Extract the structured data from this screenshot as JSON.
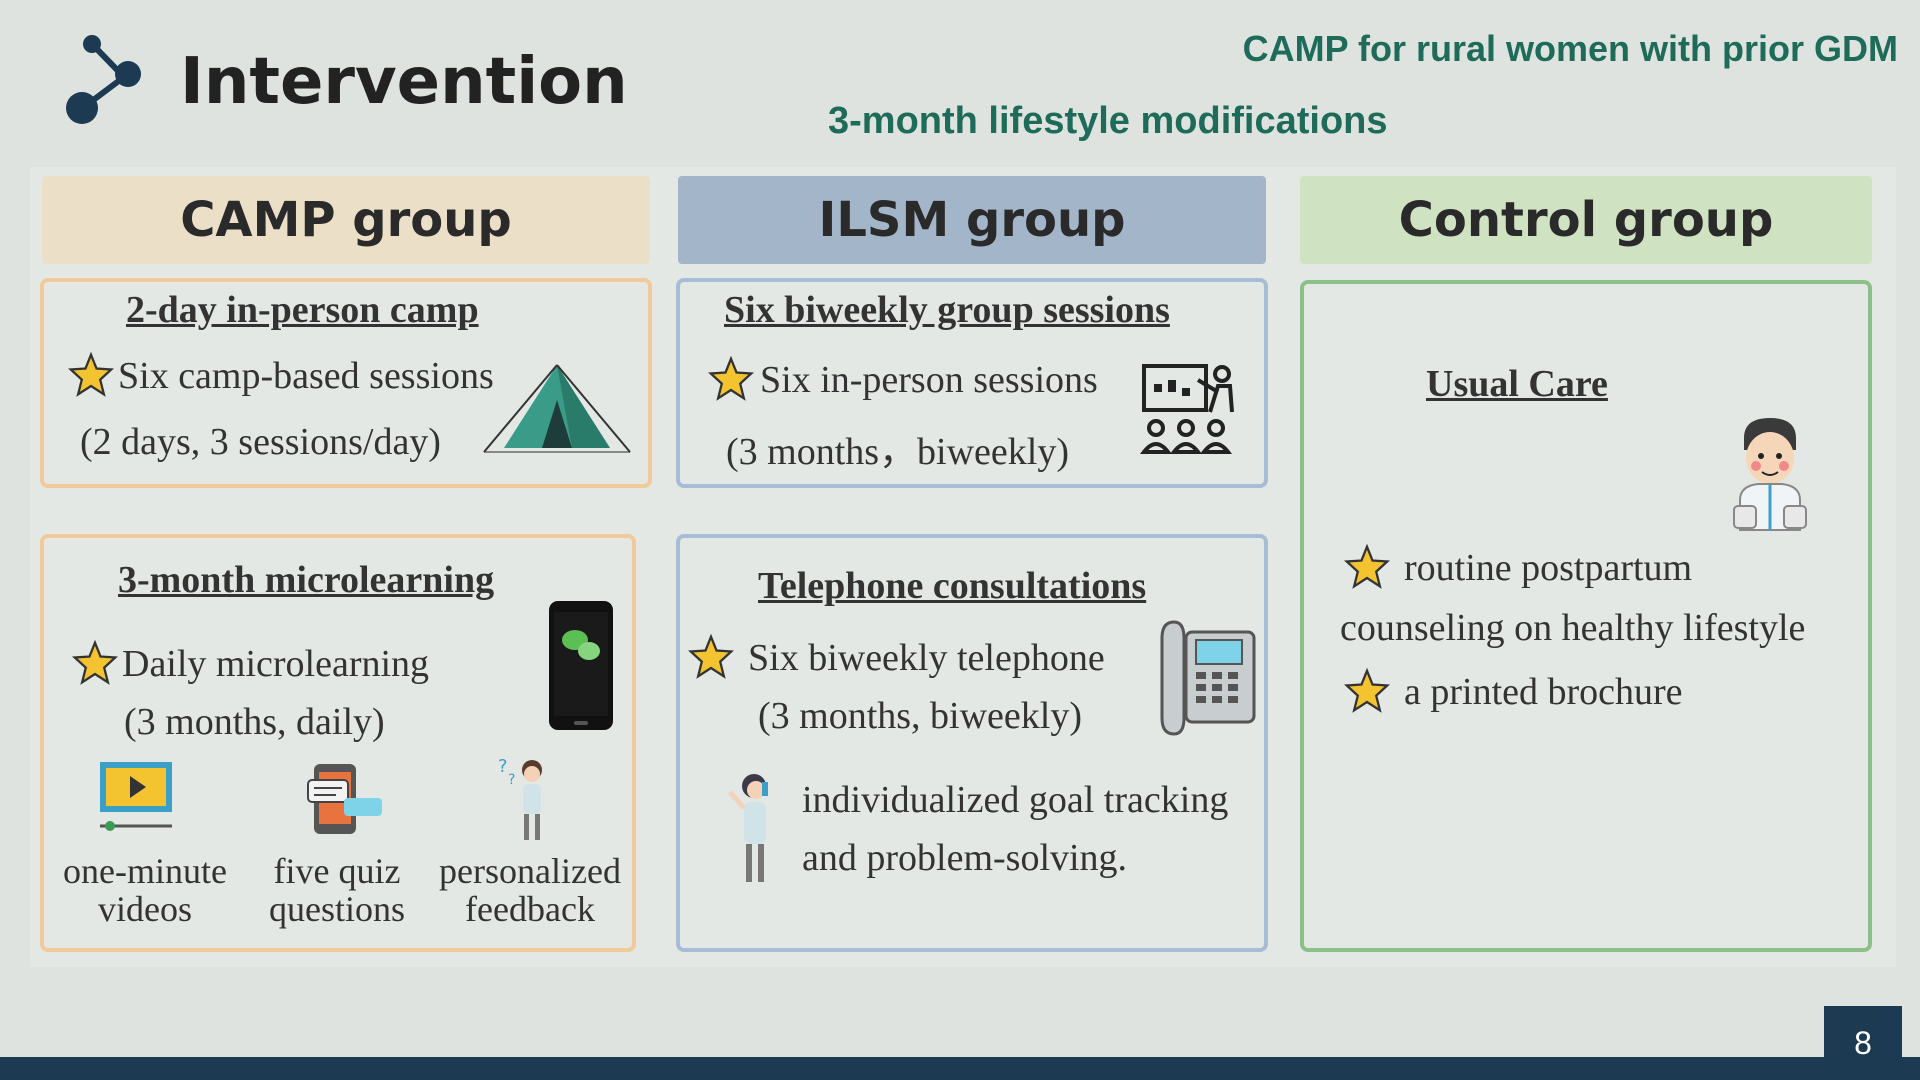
{
  "header": {
    "title": "Intervention",
    "top_right": "CAMP for rural women with prior GDM",
    "subtitle": "3-month lifestyle modifications"
  },
  "groups": {
    "camp": {
      "label": "CAMP group",
      "camp_box": {
        "heading": "2-day in-person camp",
        "line1": "Six camp-based sessions",
        "line2": "(2 days, 3 sessions/day)"
      },
      "micro_box": {
        "heading": "3-month microlearning",
        "line1": "Daily microlearning",
        "line2": "(3 months, daily)",
        "items": [
          {
            "label1": "one-minute",
            "label2": "videos"
          },
          {
            "label1": "five quiz",
            "label2": "questions"
          },
          {
            "label1": "personalized",
            "label2": "feedback"
          }
        ]
      }
    },
    "ilsm": {
      "label": "ILSM group",
      "sessions_box": {
        "heading": "Six biweekly group sessions",
        "line1": "Six in-person sessions",
        "line2": "(3 months，biweekly)"
      },
      "phone_box": {
        "heading": "Telephone consultations",
        "line1": "Six biweekly telephone",
        "line2": "(3 months, biweekly)",
        "line3": "individualized goal tracking",
        "line4": "and problem-solving."
      }
    },
    "control": {
      "label": "Control group",
      "heading": "Usual Care",
      "line1": "routine postpartum",
      "line2": "counseling on healthy lifestyle",
      "line3": "a printed brochure"
    }
  },
  "page_number": "8",
  "colors": {
    "camp_head": "#ebdfc8",
    "ilsm_head": "#a3b5c9",
    "control_head": "#cfe3c3",
    "accent_text": "#1e6b5a",
    "footer": "#1c3a52"
  },
  "icons": [
    "molecule-icon",
    "star-icon",
    "tent-icon",
    "classroom-icon",
    "smartphone-icon",
    "video-icon",
    "quiz-icon",
    "thinking-person-icon",
    "telephone-icon",
    "woman-on-phone-icon",
    "doctor-icon"
  ]
}
